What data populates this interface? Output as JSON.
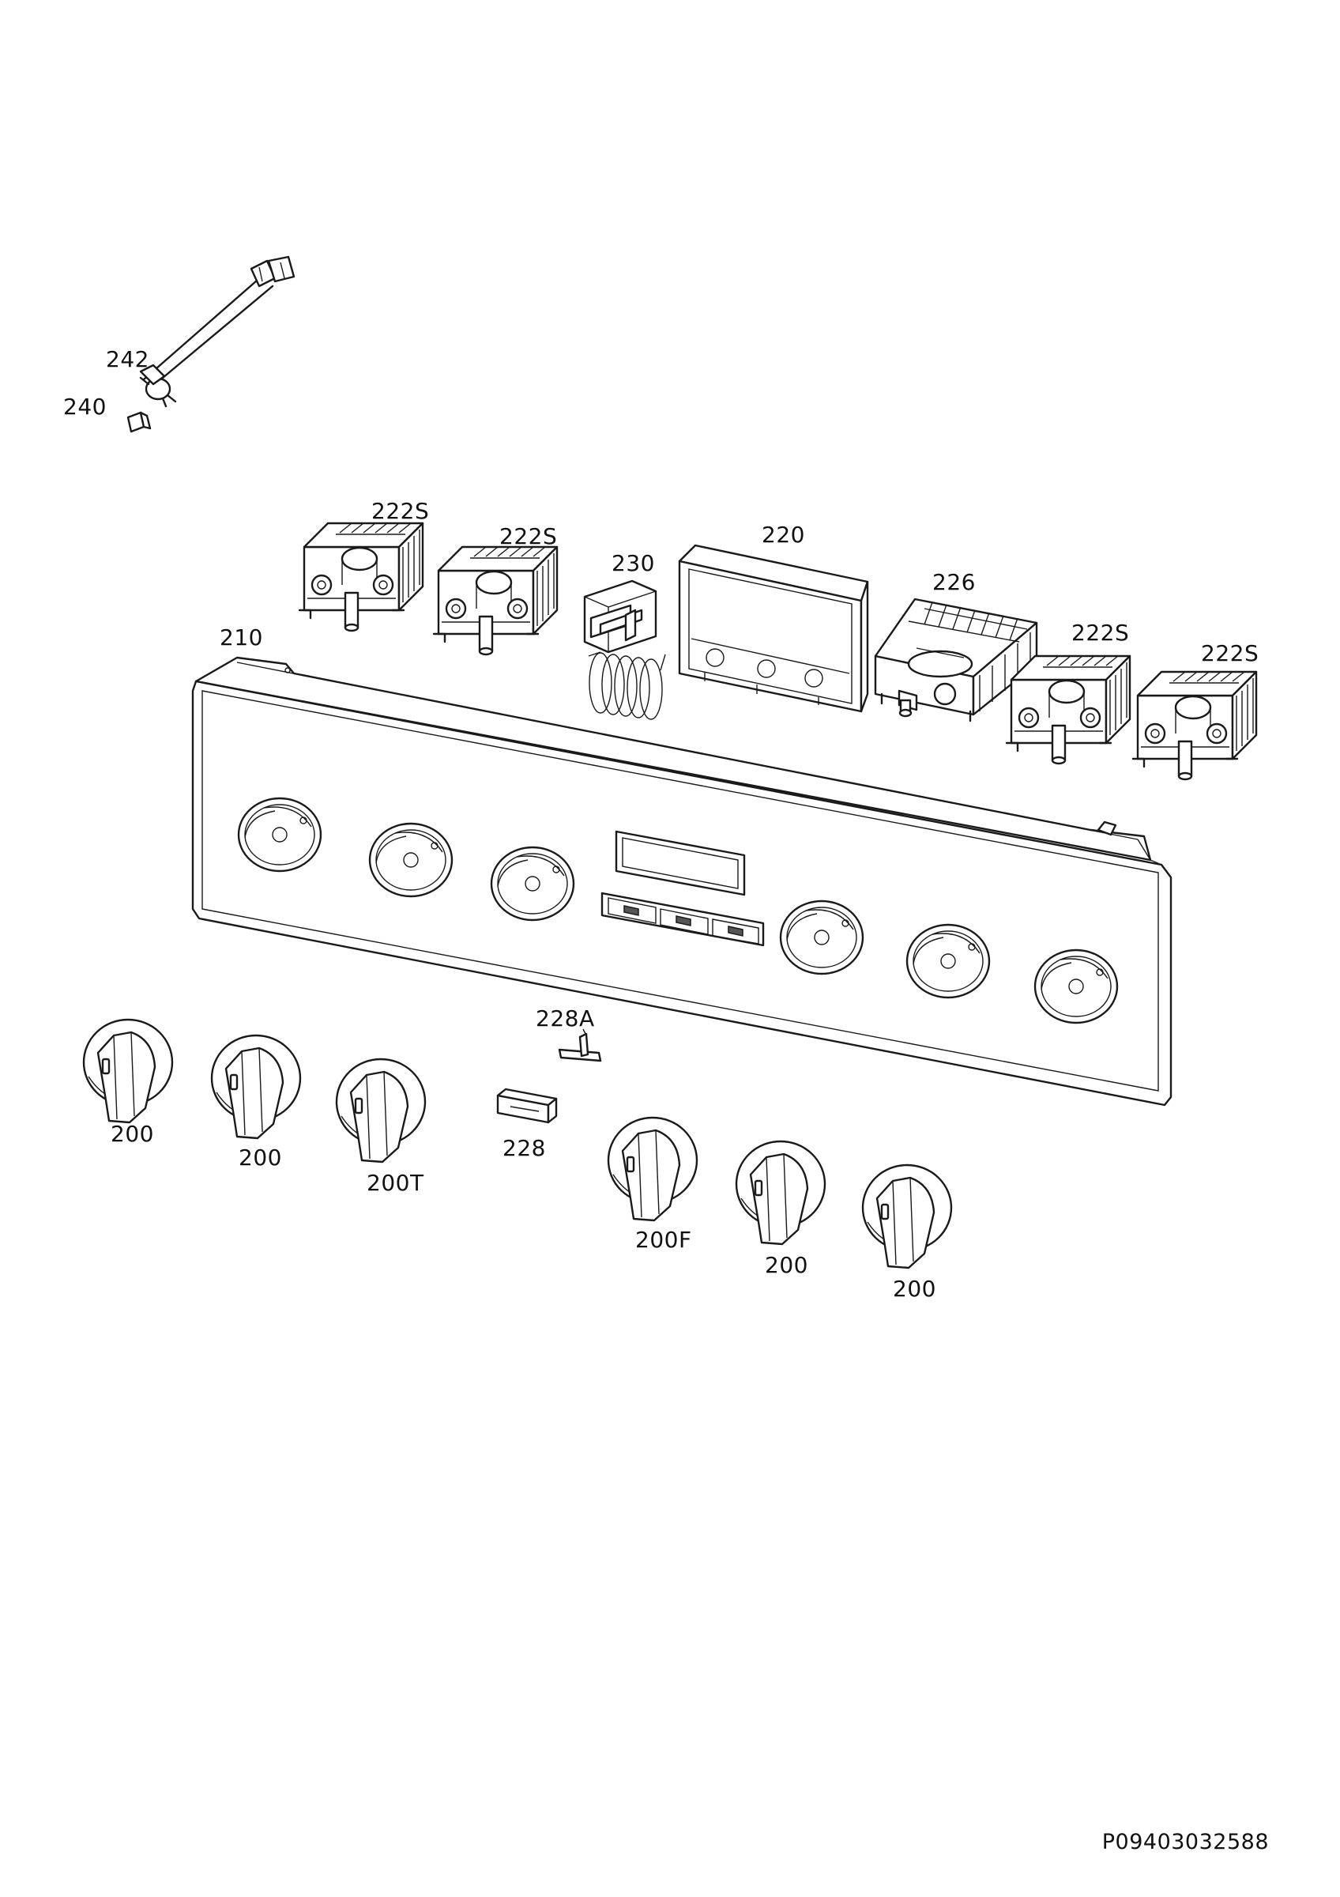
{
  "labels": {
    "l242": "242",
    "l240": "240",
    "l222s_1": "222S",
    "l222s_2": "222S",
    "l230": "230",
    "l220": "220",
    "l226": "226",
    "l222s_3": "222S",
    "l222s_4": "222S",
    "l210": "210",
    "l228a": "228A",
    "l228": "228",
    "l200_1": "200",
    "l200_2": "200",
    "l200t": "200T",
    "l200f": "200F",
    "l200_3": "200",
    "l200_4": "200"
  },
  "reference": "P09403032588"
}
